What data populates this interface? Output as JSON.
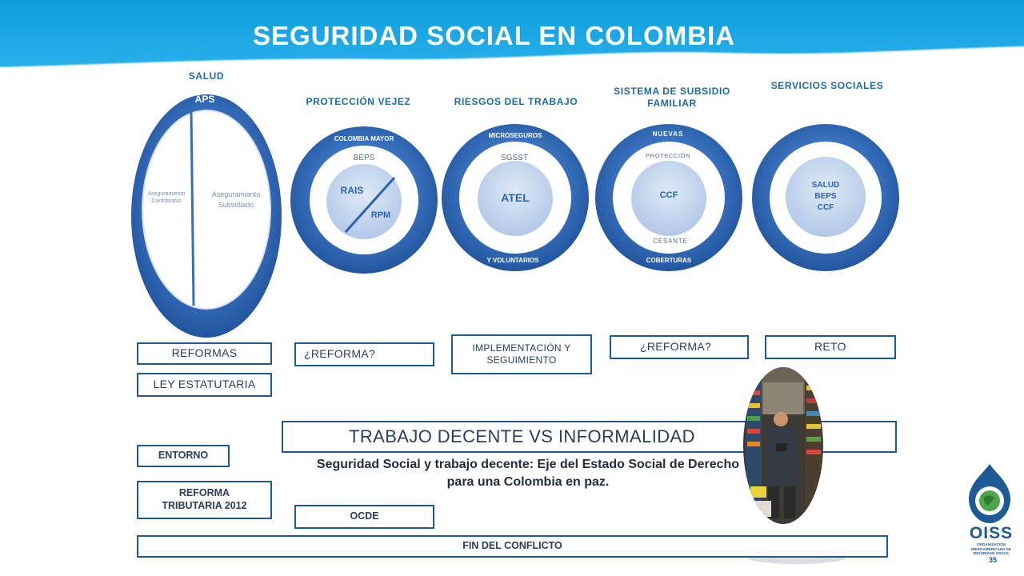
{
  "title": "SEGURIDAD SOCIAL EN COLOMBIA",
  "columns": {
    "salud": {
      "heading": "SALUD",
      "top": "APS",
      "left": "Aseguramiento Contributivo",
      "right": "Aseguramiento Subsidiado"
    },
    "vejez": {
      "heading": "PROTECCIÓN VEJEZ",
      "ring": "COLOMBIA MAYOR",
      "top": "BEPS",
      "left": "RAIS",
      "right": "RPM"
    },
    "riesgos": {
      "heading": "RIESGOS DEL TRABAJO",
      "ring_top": "MICROSEGUROS",
      "ring_bottom": "Y VOLUNTARIOS",
      "top": "SGSST",
      "center": "ATEL"
    },
    "subsidio": {
      "heading_line1": "SISTEMA DE SUBSIDIO",
      "heading_line2": "FAMILIAR",
      "ring_top": "NUEVAS",
      "ring_bottom": "COBERTURAS",
      "top": "PROTECCIÓN",
      "center": "CCF",
      "bottom": "CESANTE"
    },
    "servicios": {
      "heading": "SERVICIOS SOCIALES",
      "line1": "SALUD",
      "line2": "BEPS",
      "line3": "CCF"
    }
  },
  "boxes": {
    "reformas": "REFORMAS",
    "ley": "LEY ESTATUTARIA",
    "reforma1": "¿REFORMA?",
    "implementacion": "IMPLEMENTACIÓN Y SEGUIMIENTO",
    "reforma2": "¿REFORMA?",
    "reto": "RETO",
    "trabajo": "TRABAJO DECENTE VS INFORMALIDAD",
    "entorno": "ENTORNO",
    "tributaria": "REFORMA TRIBUTARIA 2012",
    "ocde": "OCDE",
    "conflicto": "FIN DEL CONFLICTO"
  },
  "quote": "Seguridad Social y trabajo decente: Eje del Estado Social de Derecho para una Colombia en paz.",
  "logo": {
    "name": "OISS",
    "sub": "ORGANIZACIÓN IBEROAMERICANA DE SEGURIDAD SOCIAL"
  },
  "page_number": "35",
  "colors": {
    "banner": "#14a3e0",
    "ring": "#2c63b0",
    "ring_dark": "#1d4f96",
    "inner": "#c9d9ef",
    "text_accent": "#1d6aa8"
  }
}
